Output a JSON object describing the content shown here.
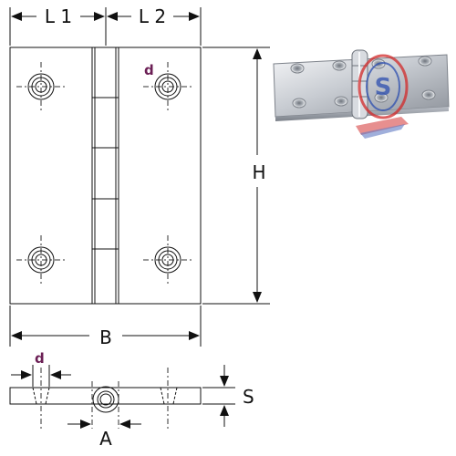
{
  "labels": {
    "l1": "L 1",
    "l2": "L 2",
    "d_top": "d",
    "h": "H",
    "b": "B",
    "d_side": "d",
    "s": "S",
    "a": "A"
  },
  "photo": {
    "watermark_text": "S"
  },
  "colors": {
    "dimension_label_purple": "#6b1f55",
    "photo_metal": "#c9ccd1",
    "photo_watermark_red": "#d22a2a",
    "photo_watermark_blue": "#2d4fb0"
  }
}
